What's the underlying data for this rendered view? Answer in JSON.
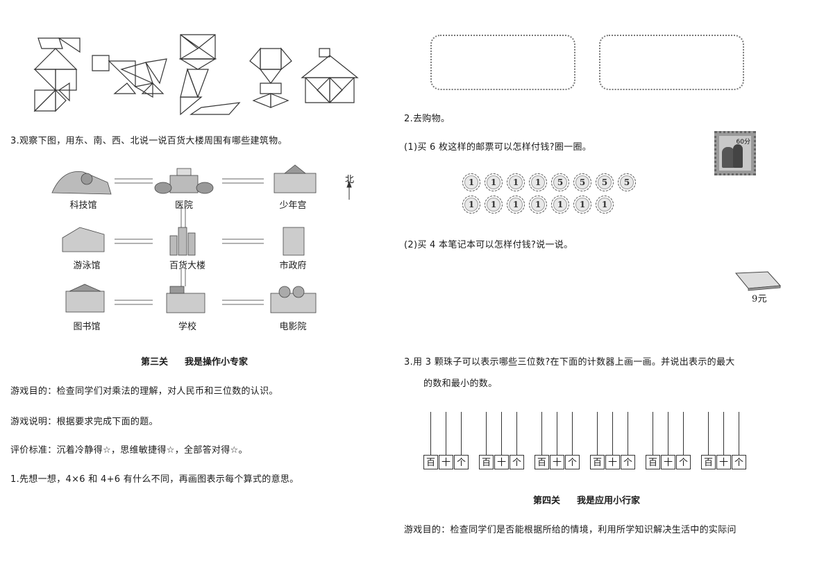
{
  "left": {
    "q3_observe": "3.观察下图，用东、南、西、北说一说百货大楼周围有哪些建筑物。",
    "north_label": "北",
    "buildings": {
      "keji": "科技馆",
      "yiyuan": "医院",
      "shaonian": "少年宫",
      "youyong": "游泳馆",
      "baihuo": "百货大楼",
      "shizheng": "市政府",
      "tushu": "图书馆",
      "xuexiao": "学校",
      "dianying": "电影院"
    },
    "section3_title": "第三关",
    "section3_name": "我是操作小专家",
    "goal": "游戏目的：检查同学们对乘法的理解，对人民币和三位数的认识。",
    "instructions": "游戏说明：根据要求完成下面的题。",
    "criteria": "评价标准：沉着冷静得☆，思维敏捷得☆，全部答对得☆。",
    "q1": "1.先想一想，4×6 和 4+6 有什么不同，再画图表示每个算式的意思。"
  },
  "right": {
    "q2": "2.去购物。",
    "q2_1": "(1)买 6 枚这样的邮票可以怎样付钱?圈一圈。",
    "stamp_value": "60分",
    "coins_row1": [
      "1",
      "1",
      "1",
      "1",
      "5",
      "5",
      "5",
      "5"
    ],
    "coins_row2": [
      "1",
      "1",
      "1",
      "1",
      "1",
      "1",
      "1"
    ],
    "q2_2": "(2)买 4 本笔记本可以怎样付钱?说一说。",
    "notebook_price": "9元",
    "q3_line1": "3.用 3 颗珠子可以表示哪些三位数?在下面的计数器上画一画。并说出表示的最大",
    "q3_line2": "的数和最小的数。",
    "abacus_labels": [
      "百",
      "十",
      "个"
    ],
    "section4_title": "第四关",
    "section4_name": "我是应用小行家",
    "goal4": "游戏目的：检查同学们是否能根据所给的情境，利用所学知识解决生活中的实际问"
  }
}
